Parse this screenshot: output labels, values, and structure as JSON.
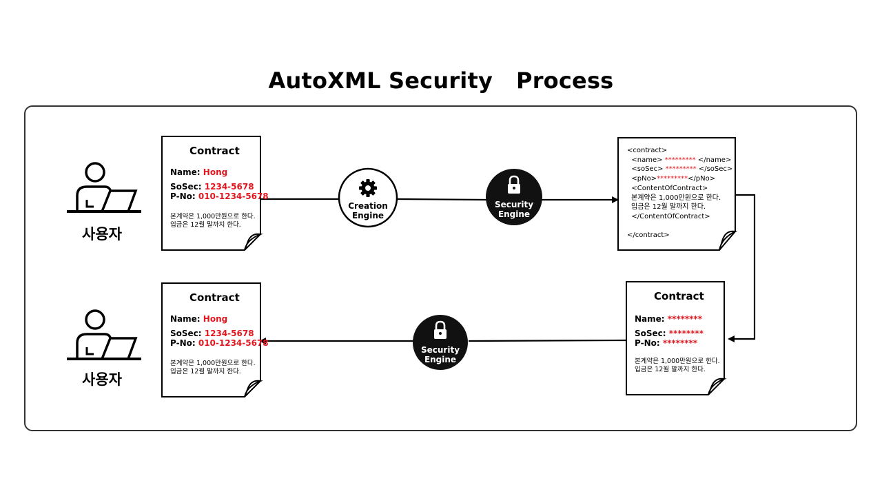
{
  "title": "AutoXML Security   Process",
  "user_label": "사용자",
  "icons": [
    "user-at-laptop-icon",
    "gear-icon",
    "lock-icon"
  ],
  "engines": {
    "creation": [
      "Creation",
      "Engine"
    ],
    "security": [
      "Security",
      "Engine"
    ]
  },
  "plain_doc": {
    "title": "Contract",
    "name_label": "Name:",
    "name_value": "Hong",
    "sosec_label": "SoSec:",
    "sosec_value": "1234-5678",
    "pno_label": "P-No:",
    "pno_value": "010-1234-5678",
    "body_lines": [
      "본계약은 1,000만원으로 한다.",
      "입금은 12월 말까지 한다."
    ]
  },
  "xml_doc": {
    "lines": {
      "open": "<contract>",
      "name_open": "  <name>",
      "name_mask": " *********",
      "name_close": " </name>",
      "sosec_open": "  <soSec>",
      "sosec_mask": " *********",
      "sosec_close": " </soSec>",
      "pno_open": "  <pNo>",
      "pno_mask": "*********",
      "pno_close": "</pNo>",
      "coc_open": "  <ContentOfContract>",
      "body1": "본계약은 1,000만원으로 한다.",
      "body2": "입금은 12월 말까지 한다.",
      "coc_close": "  </ContentOfContract>",
      "close": "</contract>"
    }
  },
  "masked_doc": {
    "title": "Contract",
    "name_label": "Name:",
    "name_value": "********",
    "sosec_label": "SoSec:",
    "sosec_value": "********",
    "pno_label": "P-No:",
    "pno_value": "********",
    "body_lines": [
      "본계약은 1,000만원으로 한다.",
      "입금은 12월 말까지 한다."
    ]
  },
  "colors": {
    "accent_red": "#e0171f",
    "engine_dark": "#111111"
  }
}
